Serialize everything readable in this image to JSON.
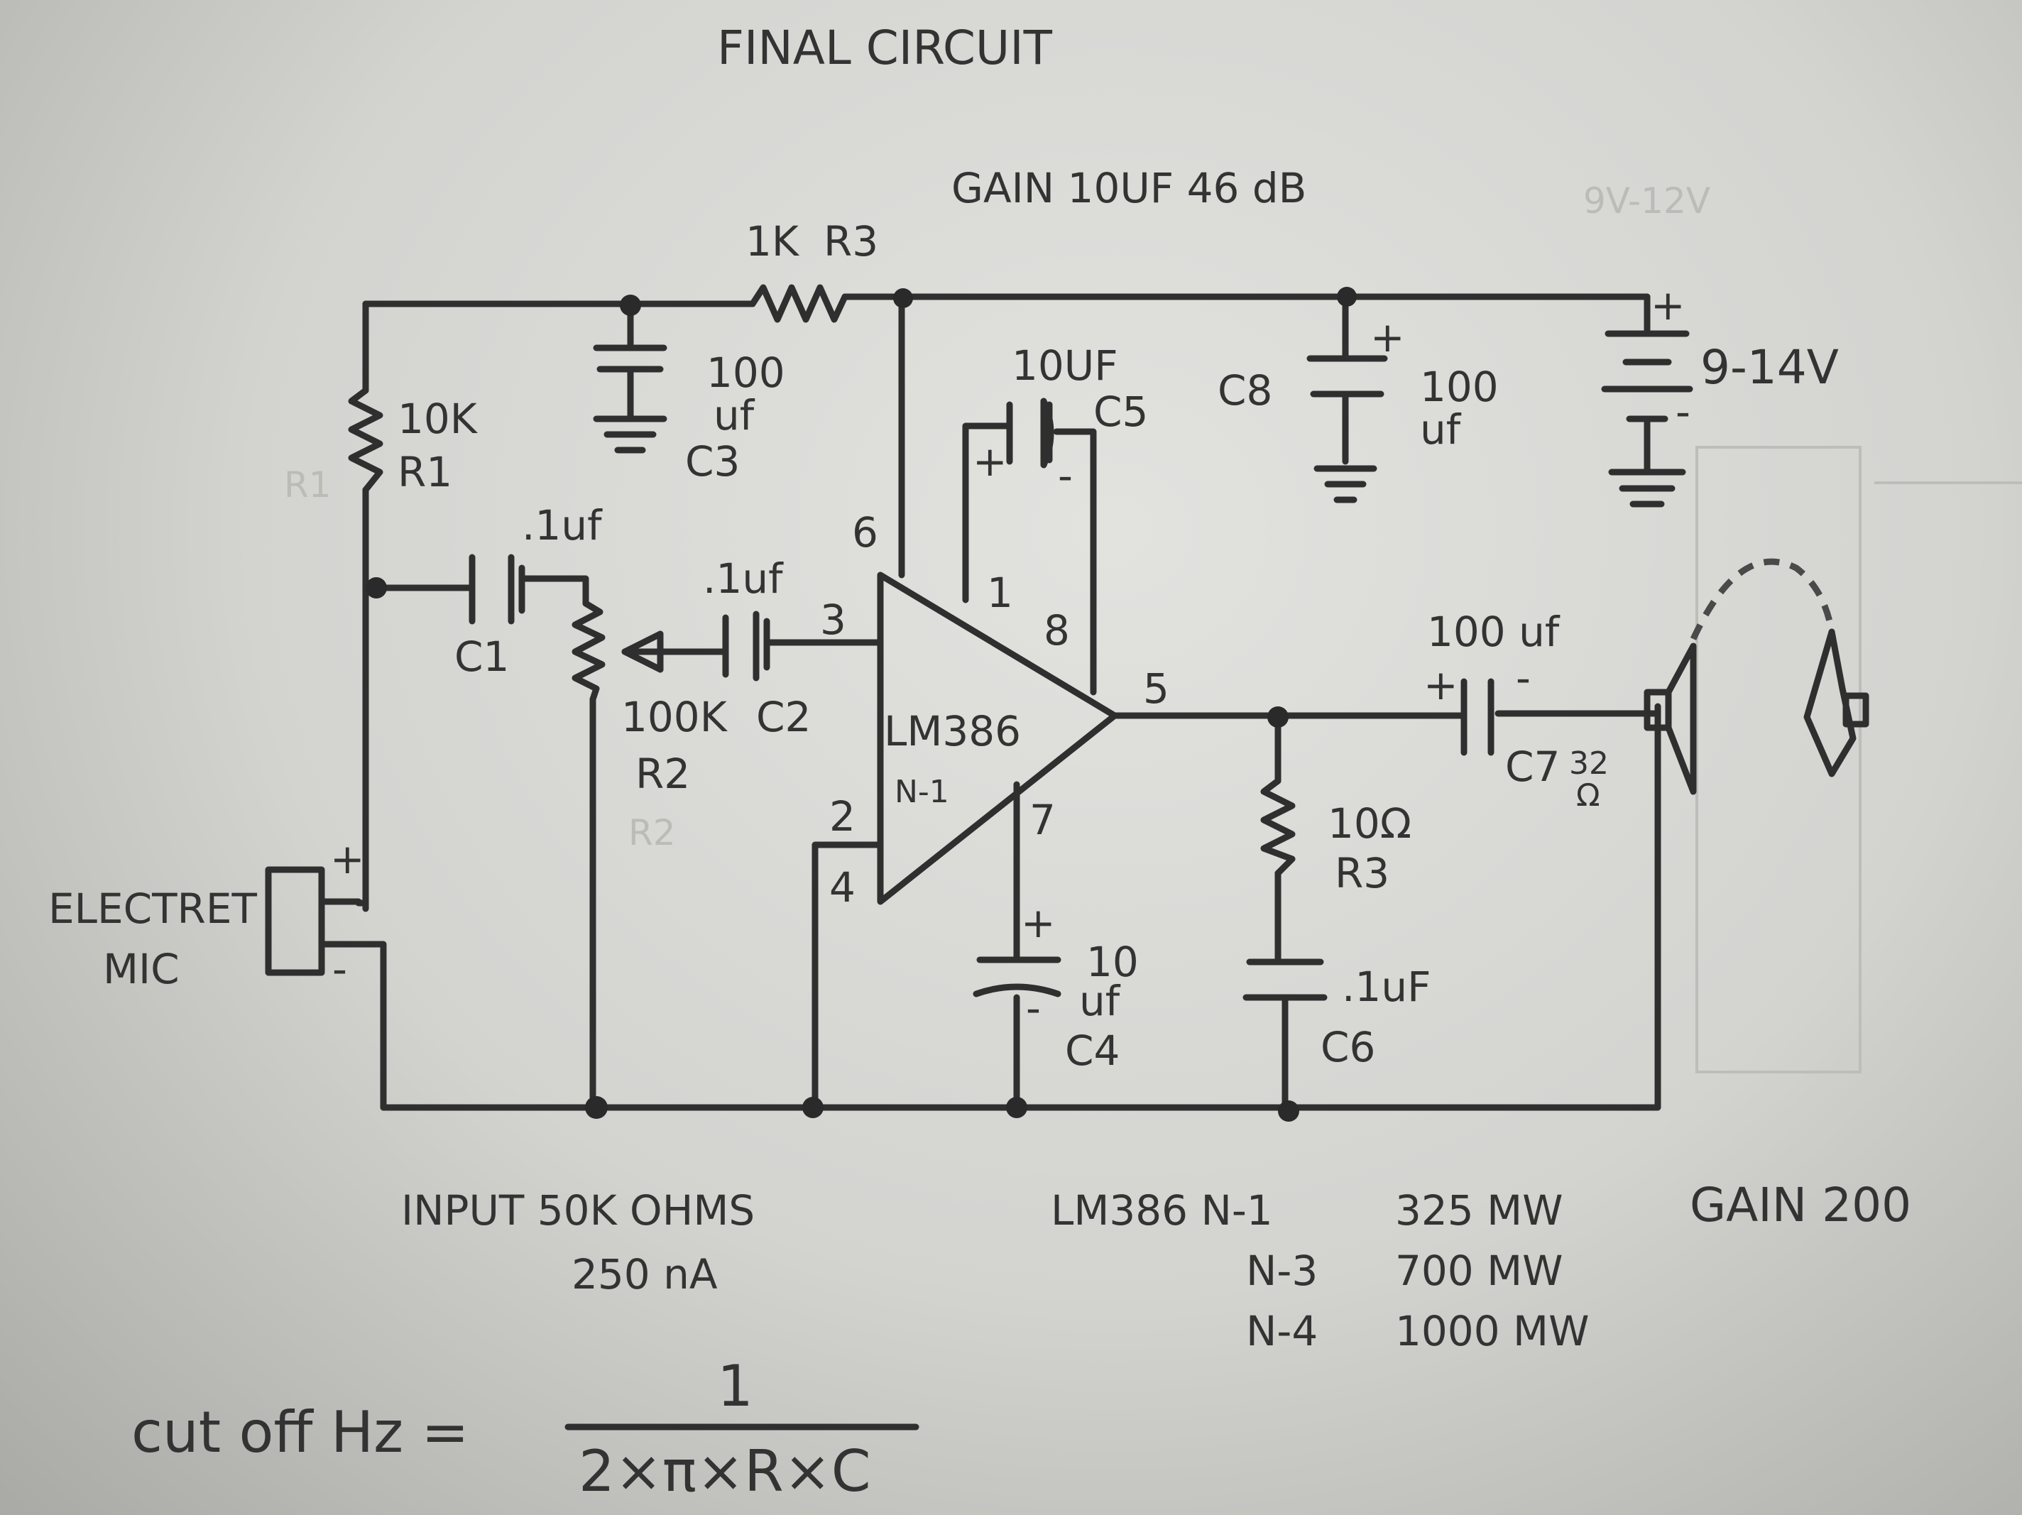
{
  "title": "FINAL CIRCUIT",
  "gain_note": "GAIN 10UF 46 dB",
  "supply": {
    "voltage": "9-14V",
    "plus": "+",
    "minus": "-"
  },
  "r3_top": {
    "value": "1K",
    "name": "R3"
  },
  "r1": {
    "value": "10K",
    "name": "R1"
  },
  "c3": {
    "value_line1": "100",
    "value_line2": "uf",
    "name": "C3"
  },
  "c5": {
    "value": "10UF",
    "name": "C5",
    "plus": "+",
    "minus": "-"
  },
  "c8": {
    "name": "C8",
    "value_line1": "100",
    "value_line2": "uf",
    "plus": "+"
  },
  "c1": {
    "value": ".1uf",
    "name": "C1"
  },
  "c2": {
    "value": ".1uf",
    "name": "C2"
  },
  "r2": {
    "value": "100K",
    "name": "R2",
    "ghost_name": "R2"
  },
  "chip": {
    "name": "LM386",
    "variant": "N-1"
  },
  "pins": {
    "p1": "1",
    "p2": "2",
    "p3": "3",
    "p4": "4",
    "p5": "5",
    "p6": "6",
    "p7": "7",
    "p8": "8"
  },
  "c7": {
    "value": "100 uf",
    "name": "C7",
    "plus": "+",
    "minus": "-"
  },
  "speaker": {
    "impedance_top": "32",
    "impedance_bottom": "Ω"
  },
  "r3_out": {
    "value": "10Ω",
    "name": "R3"
  },
  "c6": {
    "value": ".1uF",
    "name": "C6"
  },
  "c4": {
    "value_line1": "10",
    "value_line2": "uf",
    "name": "C4",
    "plus": "+",
    "minus": "-"
  },
  "mic": {
    "line1": "ELECTRET",
    "line2": "MIC",
    "plus": "+",
    "minus": "-"
  },
  "input_notes": {
    "line1": "INPUT 50K OHMS",
    "line2": "250 nA"
  },
  "power_table": [
    {
      "model": "LM386 N-1",
      "power": "325 MW"
    },
    {
      "model": "N-3",
      "power": "700 MW"
    },
    {
      "model": "N-4",
      "power": "1000 MW"
    }
  ],
  "gain_200": "GAIN 200",
  "formula": {
    "lhs": "cut off Hz =",
    "numerator": "1",
    "denominator": "2×π×R×C"
  }
}
